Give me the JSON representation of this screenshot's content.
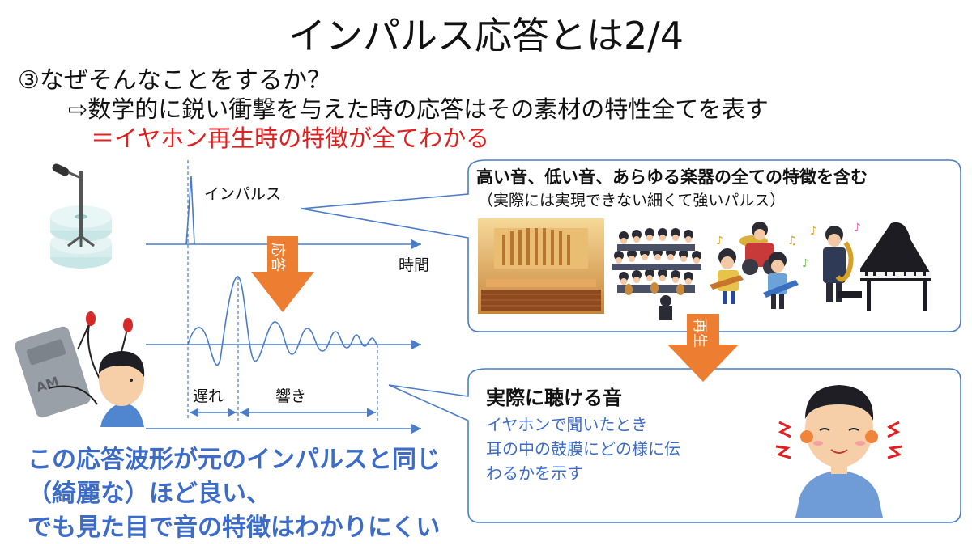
{
  "slide": {
    "title": "インパルス応答とは2/4",
    "question": "③なぜそんなことをするか？",
    "answer": "⇨数学的に鋭い衝撃を与えた時の応答はその素材の特性全てを表す",
    "highlight": "＝イヤホン再生時の特徴が全てわかる",
    "bottom_lines": [
      "この応答波形が元のインパルスと同じ",
      "（綺麗な）ほど良い、",
      "でも見た目で音の特徴はわかりにくい"
    ]
  },
  "diagram": {
    "impulse_label": "インパルス",
    "time_label": "時間",
    "response_arrow_label": "応答",
    "delay_label": "遅れ",
    "reverb_label": "響き",
    "play_arrow_label": "再生"
  },
  "callout_top": {
    "title": "高い音、低い音、あらゆる楽器の全ての特徴を含む",
    "subtitle": "（実際には実現できない細くて強いパルス）"
  },
  "callout_bottom": {
    "title": "実際に聴ける音",
    "lines": [
      "イヤホンで聞いたとき",
      "耳の中の鼓膜にどの様に伝",
      "わるかを示す"
    ]
  },
  "illustrations": {
    "mic_stand": "microphone-on-cd-illustration",
    "listener": "boy-with-earphones-illustration",
    "concert_hall": "concert-hall-photo",
    "orchestra": "orchestra-illustration",
    "band": "band-illustration",
    "piano": "grand-piano-saxophone-illustration",
    "ears": "boy-hearing-sound-illustration"
  },
  "colors": {
    "axis": "#4a7cc9",
    "arrow": "#ed7d31",
    "highlight": "#e02020",
    "accent_text": "#3d6cc8",
    "callout_border": "#4a7cc9"
  }
}
